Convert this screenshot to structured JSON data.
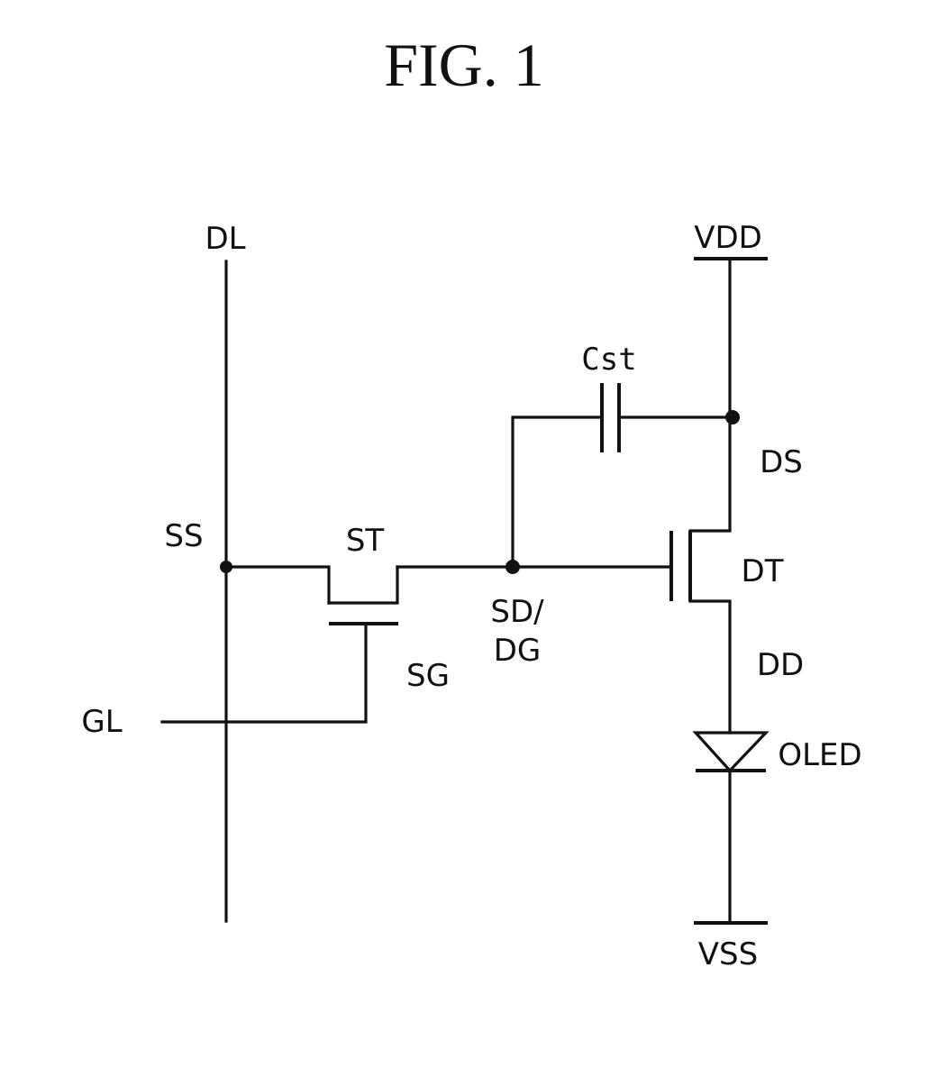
{
  "figure": {
    "title": "FIG. 1"
  },
  "labels": {
    "data_line": "DL",
    "gate_line": "GL",
    "supply_high": "VDD",
    "supply_low": "VSS",
    "storage_capacitor": "Cst",
    "switch_source": "SS",
    "switch_transistor": "ST",
    "switch_gate": "SG",
    "switch_drain_line1": "SD/",
    "switch_drain_line2": "DG",
    "driving_source": "DS",
    "driving_transistor": "DT",
    "driving_drain": "DD",
    "oled": "OLED"
  },
  "colors": {
    "line": "#111111",
    "background": "#ffffff"
  }
}
